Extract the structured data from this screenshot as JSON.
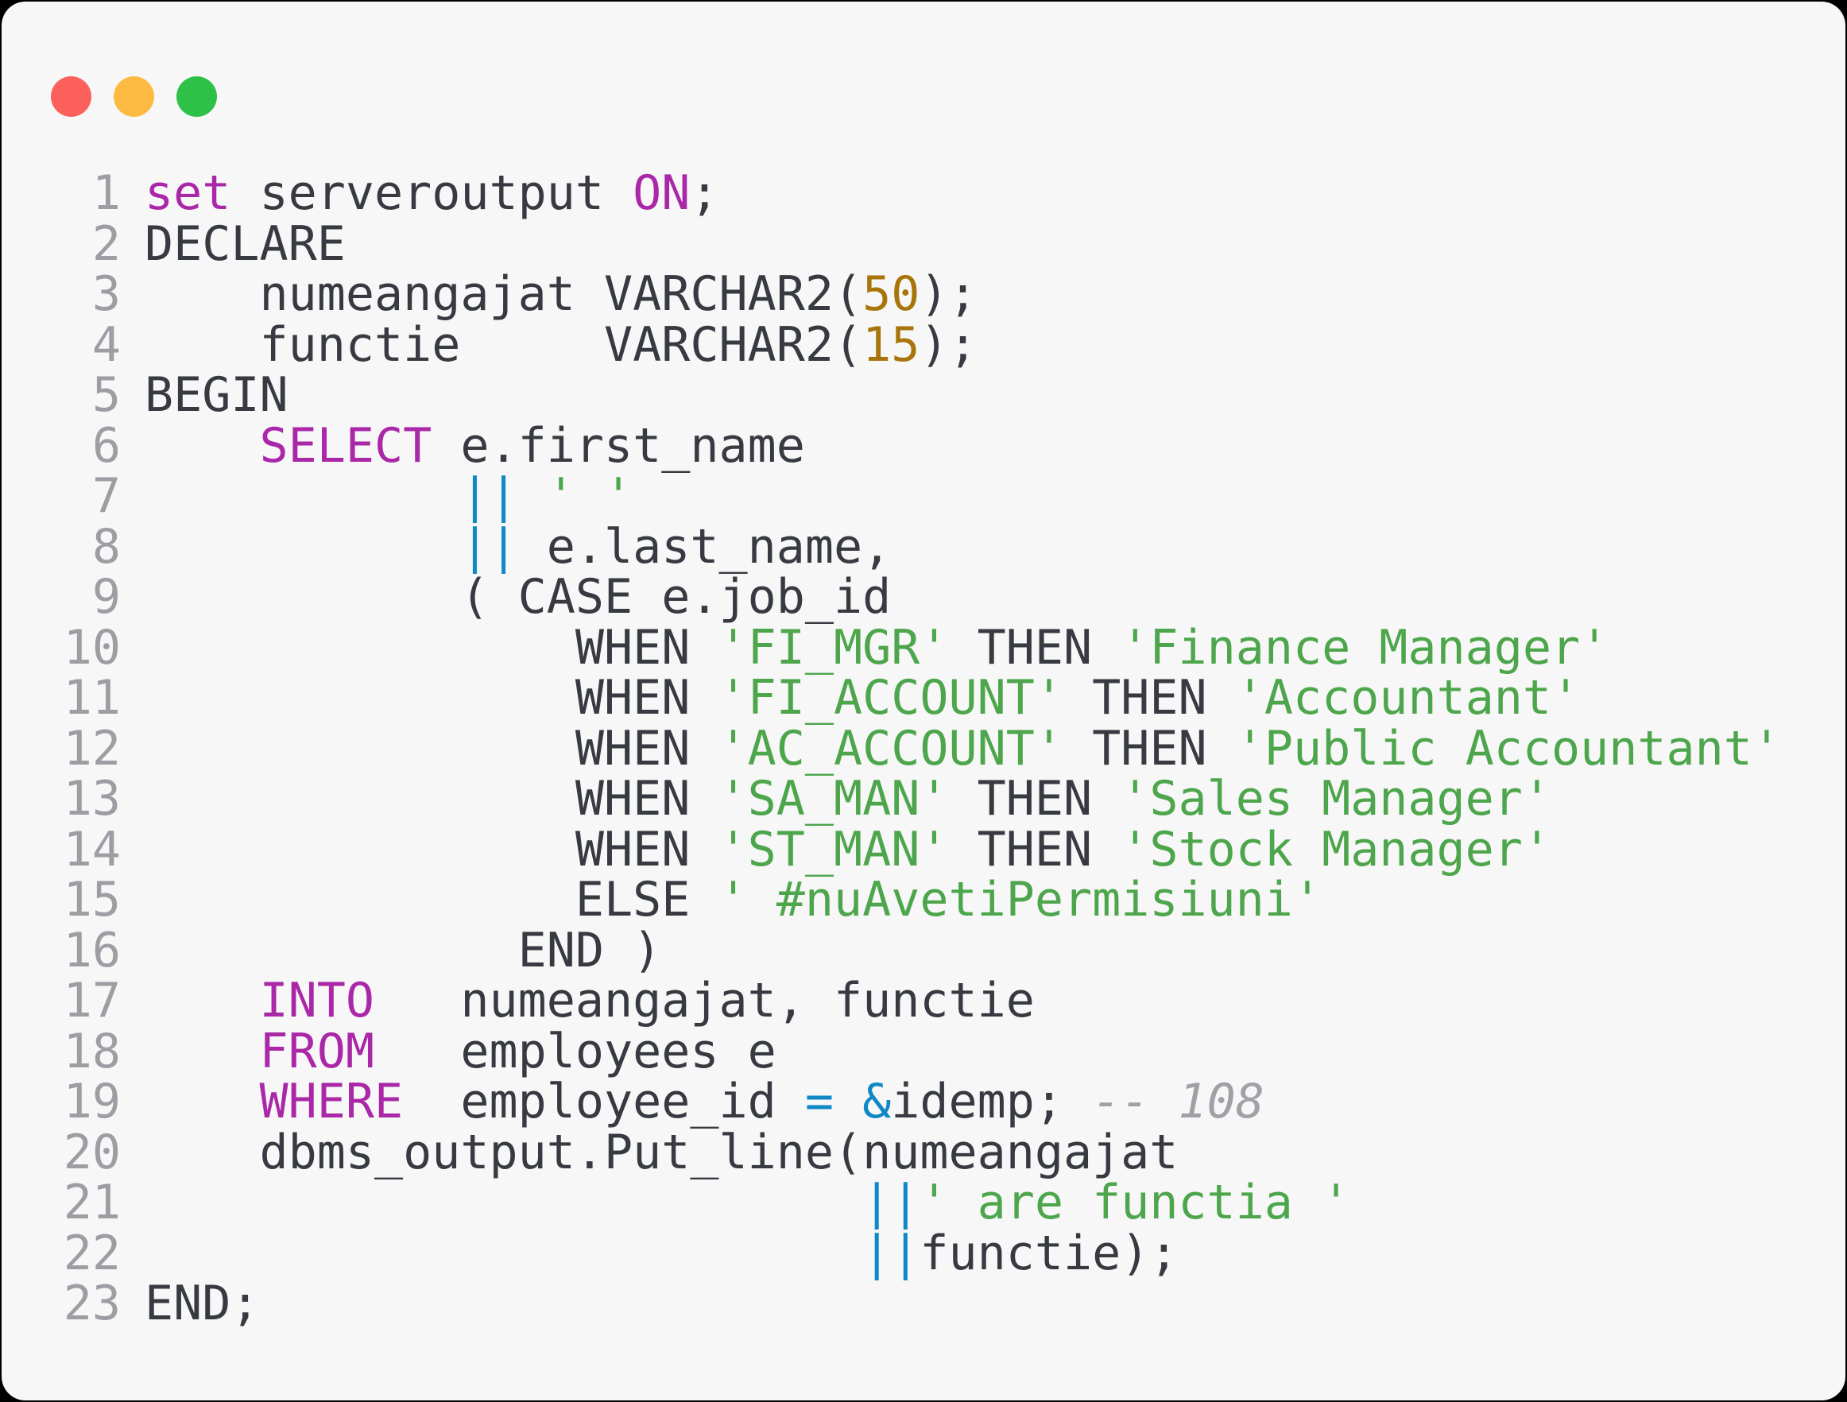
{
  "window": {
    "controls": [
      {
        "name": "close-button",
        "icon": "red-traffic-light-icon",
        "color": "#fb605a"
      },
      {
        "name": "minimize-button",
        "icon": "yellow-traffic-light-icon",
        "color": "#fcbb40"
      },
      {
        "name": "zoom-button",
        "icon": "green-traffic-light-icon",
        "color": "#2fc048"
      }
    ]
  },
  "colors": {
    "background": "#f7f7f8",
    "frame": "#000000",
    "default_text": "#383a42",
    "keyword": "#aa28a8",
    "string": "#4da64b",
    "number": "#a8750a",
    "operator": "#0f89c6",
    "comment": "#a0a1a7",
    "line_number": "#9d9ea3"
  },
  "editor": {
    "language": "plsql",
    "lines": [
      {
        "num": "1",
        "tokens": [
          [
            "k",
            "set"
          ],
          [
            "d",
            " serveroutput "
          ],
          [
            "k",
            "ON"
          ],
          [
            "d",
            ";"
          ]
        ]
      },
      {
        "num": "2",
        "tokens": [
          [
            "d",
            "DECLARE"
          ]
        ]
      },
      {
        "num": "3",
        "tokens": [
          [
            "d",
            "    numeangajat VARCHAR2("
          ],
          [
            "n",
            "50"
          ],
          [
            "d",
            ");"
          ]
        ]
      },
      {
        "num": "4",
        "tokens": [
          [
            "d",
            "    functie     VARCHAR2("
          ],
          [
            "n",
            "15"
          ],
          [
            "d",
            ");"
          ]
        ]
      },
      {
        "num": "5",
        "tokens": [
          [
            "d",
            "BEGIN"
          ]
        ]
      },
      {
        "num": "6",
        "tokens": [
          [
            "d",
            "    "
          ],
          [
            "k",
            "SELECT"
          ],
          [
            "d",
            " e.first_name"
          ]
        ]
      },
      {
        "num": "7",
        "tokens": [
          [
            "d",
            "           "
          ],
          [
            "o",
            "||"
          ],
          [
            "d",
            " "
          ],
          [
            "s",
            "' '"
          ]
        ]
      },
      {
        "num": "8",
        "tokens": [
          [
            "d",
            "           "
          ],
          [
            "o",
            "||"
          ],
          [
            "d",
            " e.last_name,"
          ]
        ]
      },
      {
        "num": "9",
        "tokens": [
          [
            "d",
            "           ( CASE e.job_id"
          ]
        ]
      },
      {
        "num": "10",
        "tokens": [
          [
            "d",
            "               WHEN "
          ],
          [
            "s",
            "'FI_MGR'"
          ],
          [
            "d",
            " THEN "
          ],
          [
            "s",
            "'Finance Manager'"
          ]
        ]
      },
      {
        "num": "11",
        "tokens": [
          [
            "d",
            "               WHEN "
          ],
          [
            "s",
            "'FI_ACCOUNT'"
          ],
          [
            "d",
            " THEN "
          ],
          [
            "s",
            "'Accountant'"
          ]
        ]
      },
      {
        "num": "12",
        "tokens": [
          [
            "d",
            "               WHEN "
          ],
          [
            "s",
            "'AC_ACCOUNT'"
          ],
          [
            "d",
            " THEN "
          ],
          [
            "s",
            "'Public Accountant'"
          ]
        ]
      },
      {
        "num": "13",
        "tokens": [
          [
            "d",
            "               WHEN "
          ],
          [
            "s",
            "'SA_MAN'"
          ],
          [
            "d",
            " THEN "
          ],
          [
            "s",
            "'Sales Manager'"
          ]
        ]
      },
      {
        "num": "14",
        "tokens": [
          [
            "d",
            "               WHEN "
          ],
          [
            "s",
            "'ST_MAN'"
          ],
          [
            "d",
            " THEN "
          ],
          [
            "s",
            "'Stock Manager'"
          ]
        ]
      },
      {
        "num": "15",
        "tokens": [
          [
            "d",
            "               ELSE "
          ],
          [
            "s",
            "' #nuAvetiPermisiuni'"
          ]
        ]
      },
      {
        "num": "16",
        "tokens": [
          [
            "d",
            "             END )"
          ]
        ]
      },
      {
        "num": "17",
        "tokens": [
          [
            "d",
            "    "
          ],
          [
            "k",
            "INTO"
          ],
          [
            "d",
            "   numeangajat, functie"
          ]
        ]
      },
      {
        "num": "18",
        "tokens": [
          [
            "d",
            "    "
          ],
          [
            "k",
            "FROM"
          ],
          [
            "d",
            "   employees e"
          ]
        ]
      },
      {
        "num": "19",
        "tokens": [
          [
            "d",
            "    "
          ],
          [
            "k",
            "WHERE"
          ],
          [
            "d",
            "  employee_id "
          ],
          [
            "o",
            "="
          ],
          [
            "d",
            " "
          ],
          [
            "o",
            "&"
          ],
          [
            "d",
            "idemp; "
          ],
          [
            "c",
            "-- 108"
          ]
        ]
      },
      {
        "num": "20",
        "tokens": [
          [
            "d",
            "    dbms_output.Put_line(numeangajat"
          ]
        ]
      },
      {
        "num": "21",
        "tokens": [
          [
            "d",
            "                         "
          ],
          [
            "o",
            "||"
          ],
          [
            "s",
            "' are functia '"
          ]
        ]
      },
      {
        "num": "22",
        "tokens": [
          [
            "d",
            "                         "
          ],
          [
            "o",
            "||"
          ],
          [
            "d",
            "functie);"
          ]
        ]
      },
      {
        "num": "23",
        "tokens": [
          [
            "d",
            "END;"
          ]
        ]
      }
    ]
  }
}
